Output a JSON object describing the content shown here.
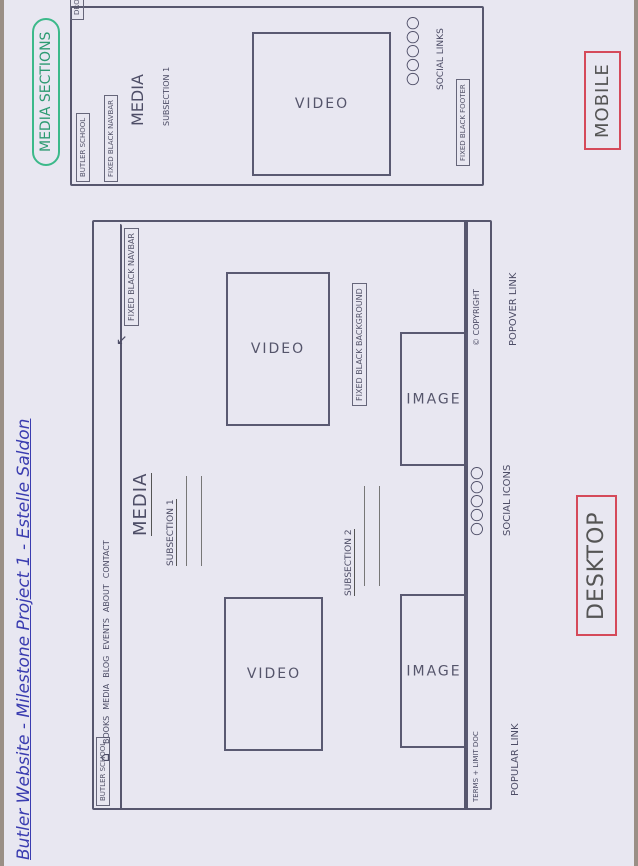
{
  "title": "Butler Website - Milestone Project 1 - Estelle Saldon",
  "sections_label": "MEDIA SECTIONS",
  "desktop": {
    "label": "DESKTOP",
    "logo": "BUTLER SCHOOL",
    "nav": [
      "BOOKS",
      "MEDIA",
      "BLOG",
      "EVENTS",
      "ABOUT",
      "CONTACT"
    ],
    "fixed_nav_note": "FIXED BLACK NAVBAR",
    "heading": "MEDIA",
    "subsection1": "SUBSECTION 1",
    "subsection2": "SUBSECTION 2",
    "video1": "VIDEO",
    "video2": "VIDEO",
    "image1": "IMAGE",
    "image2": "IMAGE",
    "fixed_bg_note": "FIXED BLACK BACKGROUND",
    "footer_terms": "TERMS + LIMIT DOC",
    "footer_copyright": "© COPYRIGHT",
    "social_icons_label": "SOCIAL ICONS",
    "popular_link_left": "POPULAR LINK",
    "popular_link_right": "POPOVER LINK"
  },
  "mobile": {
    "label": "MOBILE",
    "logo": "BUTLER SCHOOL",
    "dropdown": "DROPDOWN",
    "fixed_nav_note": "FIXED BLACK NAVBAR",
    "heading": "MEDIA",
    "subsection1": "SUBSECTION 1",
    "video": "VIDEO",
    "social_links_label": "SOCIAL LINKS",
    "fixed_footer_note": "FIXED BLACK FOOTER"
  }
}
